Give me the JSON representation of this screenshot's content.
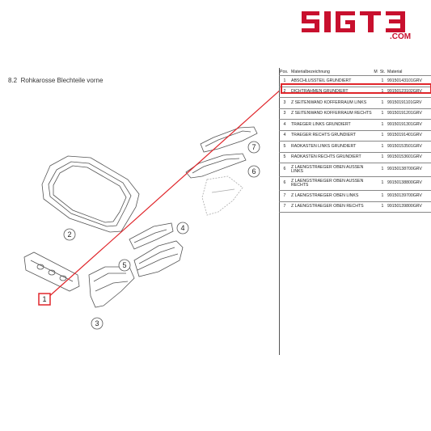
{
  "brand": {
    "logo_text": "SIGT3",
    "domain_text": ".COM",
    "color": "#c8102e"
  },
  "section": {
    "number": "8.2",
    "title": "Rohkarosse Blechteile vorne"
  },
  "highlight_color": "#e0262b",
  "diagram": {
    "callouts": [
      "1",
      "2",
      "3",
      "4",
      "5",
      "6",
      "7"
    ]
  },
  "table": {
    "headers": {
      "pos": "Pos.",
      "name": "Materialbezeichnung",
      "m": "M",
      "qty": "St.",
      "material": "Material"
    },
    "rows": [
      {
        "pos": "1",
        "name": "ABSCHLUSSTEIL GRUNDIERT",
        "qty": "1",
        "material": "99150143101GRV"
      },
      {
        "pos": "2",
        "name": "DICHTRAHMEN GRUNDIERT",
        "qty": "1",
        "material": "99150123102GRV"
      },
      {
        "pos": "3",
        "name": "Z SEITENWAND KOFFERRAUM LINKS",
        "qty": "1",
        "material": "99150191101GRV"
      },
      {
        "pos": "3",
        "name": "Z SEITENWAND KOFFERRAUM RECHTS",
        "qty": "1",
        "material": "99150191201GRV"
      },
      {
        "pos": "4",
        "name": "TRAEGER LINKS GRUNDIERT",
        "qty": "1",
        "material": "99150191301GRV"
      },
      {
        "pos": "4",
        "name": "TRAEGER RECHTS GRUNDIERT",
        "qty": "1",
        "material": "99150191401GRV"
      },
      {
        "pos": "5",
        "name": "RADKASTEN LINKS GRUNDIERT",
        "qty": "1",
        "material": "99150153501GRV"
      },
      {
        "pos": "5",
        "name": "RADKASTEN RECHTS GRUNDIERT",
        "qty": "1",
        "material": "99150153601GRV"
      },
      {
        "pos": "6",
        "name": "Z LAENGSTRAEGER OBEN AUSSEN LINKS",
        "qty": "1",
        "material": "99150138700GRV"
      },
      {
        "pos": "6",
        "name": "Z LAENGSTRAEGER OBEN AUSSEN RECHTS",
        "qty": "1",
        "material": "99150138800GRV"
      },
      {
        "pos": "7",
        "name": "Z LAENGSTRAEGER OBEN LINKS",
        "qty": "1",
        "material": "99150139700GRV"
      },
      {
        "pos": "7",
        "name": "Z LAENGSTRAEGER OBEN RECHTS",
        "qty": "1",
        "material": "99150139800GRV"
      }
    ]
  }
}
